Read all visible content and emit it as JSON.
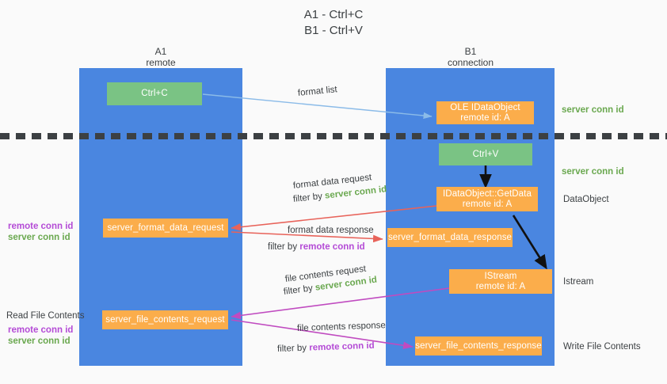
{
  "title": {
    "line1": "A1 - Ctrl+C",
    "line2": "B1 - Ctrl+V"
  },
  "columns": [
    {
      "id": "a1",
      "name": "A1",
      "role": "remote"
    },
    {
      "id": "b1",
      "name": "B1",
      "role": "connection"
    }
  ],
  "nodes": {
    "ctrl_c": {
      "label": "Ctrl+C",
      "color": "#7ac384"
    },
    "ole_dataobject": {
      "line1": "OLE IDataObject",
      "line2": "remote id: A",
      "color": "#fbad4b"
    },
    "ctrl_v": {
      "label": "Ctrl+V",
      "color": "#7ac384"
    },
    "getdata": {
      "line1": "IDataObject::GetData",
      "line2": "remote id: A",
      "color": "#fbad4b"
    },
    "fmt_req": {
      "label": "server_format_data_request",
      "color": "#fbad4b"
    },
    "fmt_resp": {
      "label": "server_format_data_response",
      "color": "#fbad4b"
    },
    "istream": {
      "line1": "IStream",
      "line2": "remote id: A",
      "color": "#fbad4b"
    },
    "file_req": {
      "label": "server_file_contents_request",
      "color": "#fbad4b"
    },
    "file_resp": {
      "label": "server_file_contents_response",
      "color": "#fbad4b"
    }
  },
  "edge_captions": {
    "format_list": {
      "text": "format list"
    },
    "fmt_data_request": {
      "text": "format data request"
    },
    "fmt_data_req_filter": {
      "prefix": "filter by ",
      "token": "server conn id",
      "token_color": "#6aa84f"
    },
    "fmt_data_response": {
      "text": "format data response"
    },
    "fmt_data_res_filter": {
      "prefix": "filter by ",
      "token": "remote conn id",
      "token_color": "#b44bd6"
    },
    "file_contents_request": {
      "text": "file contents request"
    },
    "file_contents_req_filter": {
      "prefix": "filter by ",
      "token": "server conn id",
      "token_color": "#6aa84f"
    },
    "file_contents_response": {
      "text": "file contents response"
    },
    "file_contents_res_filter": {
      "prefix": "filter by ",
      "token": "remote conn id",
      "token_color": "#b44bd6"
    }
  },
  "right_annotations": [
    {
      "id": "server-conn-id-1",
      "text": "server conn id",
      "style": "green"
    },
    {
      "id": "server-conn-id-2",
      "text": "server conn id",
      "style": "green"
    },
    {
      "id": "dataobject",
      "text": "DataObject",
      "style": "plain"
    },
    {
      "id": "istream",
      "text": "Istream",
      "style": "plain"
    },
    {
      "id": "write-file-contents",
      "text": "Write File Contents",
      "style": "plain"
    }
  ],
  "left_annotations": [
    {
      "id": "remote-conn-id-1",
      "text": "remote conn id",
      "style": "purple"
    },
    {
      "id": "server-conn-id-1",
      "text": "server conn id",
      "style": "green"
    },
    {
      "id": "read-file-contents",
      "text": "Read File Contents",
      "style": "plain"
    },
    {
      "id": "remote-conn-id-2",
      "text": "remote conn id",
      "style": "purple"
    },
    {
      "id": "server-conn-id-2",
      "text": "server conn id",
      "style": "green"
    }
  ],
  "colors": {
    "lane": "#4a86e0",
    "node_green": "#7ac384",
    "node_orange": "#fbad4b",
    "arrow_light_blue": "#8bbbe8",
    "arrow_red": "#e8635a",
    "arrow_magenta": "#c04bc0",
    "arrow_black": "#000000",
    "divider": "#3c4043",
    "background": "#fafafa"
  }
}
